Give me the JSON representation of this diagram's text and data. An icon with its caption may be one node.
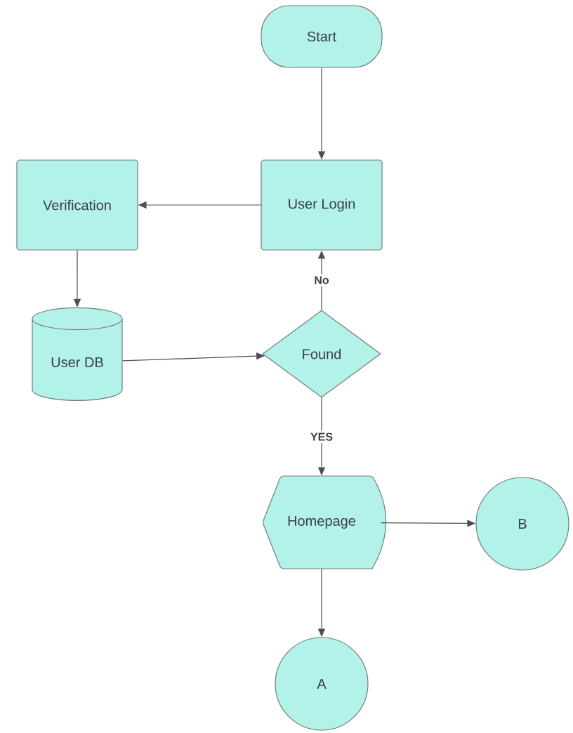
{
  "diagram": {
    "nodes": [
      {
        "text": [
          "Start"
        ]
      },
      {
        "text": [
          "User Login"
        ]
      },
      {
        "text": [
          "Verification"
        ]
      },
      {
        "text": [
          "User DB"
        ]
      },
      {
        "text": [
          "Found"
        ]
      },
      {
        "text": [
          "Homepage"
        ]
      },
      {
        "text": [
          "B"
        ]
      },
      {
        "text": [
          "A"
        ]
      }
    ],
    "edges": [
      {
        "from": 0,
        "to": 1,
        "arrow": "to"
      },
      {
        "from": 1,
        "to": 2,
        "arrow": "to"
      },
      {
        "from": 2,
        "to": 3,
        "arrow": "to"
      },
      {
        "from": 3,
        "to": 4,
        "arrow": "to"
      },
      {
        "from": 4,
        "to": 1,
        "arrow": "to",
        "label": "No"
      },
      {
        "from": 4,
        "to": 5,
        "arrow": "to",
        "label": "YES"
      },
      {
        "from": 5,
        "to": 6,
        "arrow": "to"
      },
      {
        "from": 5,
        "to": 7,
        "arrow": "to"
      }
    ]
  }
}
